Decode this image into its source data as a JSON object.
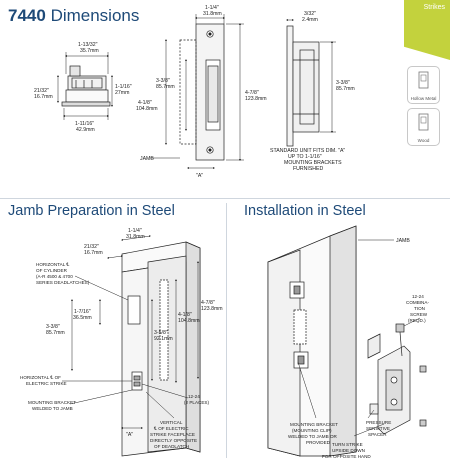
{
  "header": {
    "model": "7440",
    "title": "Dimensions",
    "tab_label": "Strikes"
  },
  "frame_types": {
    "hollow_metal": "Hollow Metal",
    "wood": "Wood"
  },
  "sections": {
    "jamb_prep": "Jamb Preparation in Steel",
    "installation": "Installation in Steel"
  },
  "dims_top": {
    "w1": "1-13/32\"",
    "w1m": "35.7mm",
    "h_side": "21/32\"",
    "h_sidem": "16.7mm",
    "h_small": "1-1/16\"",
    "h_smallm": "27mm",
    "w_bottom": "1-11/16\"",
    "w_bottomm": "42.9mm",
    "face_w": "1-1/4\"",
    "face_wm": "31.8mm",
    "lip": "3/32\"",
    "lipm": "2.4mm",
    "inner_h": "3-3/8\"",
    "inner_hm": "85.7mm",
    "body_h": "4-1/8\"",
    "body_hm": "104.8mm",
    "total_h": "4-7/8\"",
    "total_hm": "123.8mm",
    "side_h": "3-3/8\"",
    "side_hm": "85.7mm",
    "jamb": "JAMB",
    "a_dim": "\"A\"",
    "note": [
      "STANDARD UNIT FITS DIM. \"A\"",
      "UP TO 1-1/16\"",
      "MOUNTING BRACKETS",
      "FURNISHED"
    ]
  },
  "dims_prep": {
    "top_w": "1-1/4\"",
    "top_wm": "31.8mm",
    "side_w": "21/32\"",
    "side_wm": "16.7mm",
    "horiz_cyl": [
      "HORIZONTAL ℄",
      "OF CYLINDER",
      "(A-R 4500 & 4700",
      "SERIES DEADLATCHES)"
    ],
    "a": "1-7/16\"",
    "am": "36.5mm",
    "b": "3-3/8\"",
    "bm": "85.7mm",
    "c": "4-1/8\"",
    "cm": "104.8mm",
    "d": "3-5/8\"",
    "dm": "92.1mm",
    "e": "4-7/8\"",
    "em": "123.8mm",
    "horiz_strike": [
      "HORIZONTAL ℄ OF",
      "ELECTRIC STRIKE"
    ],
    "bracket": [
      "MOUNTING BRACKET",
      "WELDED TO JAMB"
    ],
    "twelve24": [
      "12-24",
      "(2 PLACES)"
    ],
    "vertical": [
      "VERTICAL",
      "℄ OF ELECTRIC",
      "STRIKE FACEPLACE",
      "DIRECTLY OPPOSITE",
      "OF DEADLATCH"
    ],
    "a_dim": "\"A\""
  },
  "dims_install": {
    "jamb": "JAMB",
    "combo": [
      "12-24",
      "COMBINA-",
      "TION",
      "SCREW",
      "(REQD.)"
    ],
    "bracket": [
      "MOUNTING BRACKET",
      "(MOUNTING CLIP)",
      "WELDED TO JAMB OR",
      "PROVIDED"
    ],
    "pressure": [
      "PRESSURE",
      "SENSITIVE",
      "SPACER"
    ],
    "turn": [
      "TURN STRIKE",
      "UPSIDE DOWN",
      "FOR OPPOSITE HAND"
    ]
  }
}
